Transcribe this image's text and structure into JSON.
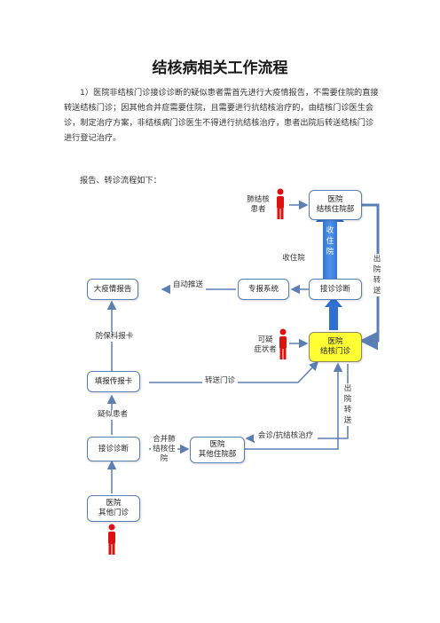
{
  "doc": {
    "title": "结核病相关工作流程",
    "paragraph": "1）医院非结核门诊接诊诊断的疑似患者需首先进行大疫情报告，不需要住院的直接转送结核门诊；因其他合并症需要住院，且需要进行抗结核治疗的，由结核门诊医生会诊，制定治疗方案，非结核病门诊医生不得进行抗结核治疗，患者出院后转送结核门诊进行登记治疗。",
    "subheading": "报告、转诊流程如下："
  },
  "flow": {
    "boxes": {
      "hospital_tb_ward": "医院\n结核住院部",
      "epidemic_report": "大疫情报告",
      "special_report_system": "专报系统",
      "receive_diagnosis_right": "接诊诊断",
      "hospital_tb_clinic": "医院\n结核门诊",
      "fill_report_card": "填报传报卡",
      "receive_diagnosis_left": "接诊诊断",
      "hospital_other_ward": "医院\n其他住院部",
      "hospital_other_clinic": "医院\n其他门诊"
    },
    "labels": {
      "tb_patient": "肺结核\n患者",
      "admitted": "收住院",
      "auto_push": "自动推送",
      "prevention_section": "防保科报卡",
      "suspicious_symptoms": "可疑\n症状者",
      "transfer_clinic": "转送门诊",
      "suspected_patient": "疑似患者",
      "comorbid_tb_admission": "合并肺\n结核住\n院",
      "consult_treatment": "会诊/抗结核治疗",
      "discharge_transfer_right": "出院转送",
      "discharge_transfer_mid": "出院转送",
      "admit_arrow_text": "收住院"
    },
    "colors": {
      "box_border": "#5b7fb5",
      "highlight": "#ffff33",
      "arrow": "#5b7fb5",
      "big_arrow": "#2e6fd0",
      "person": "#e01010"
    }
  }
}
